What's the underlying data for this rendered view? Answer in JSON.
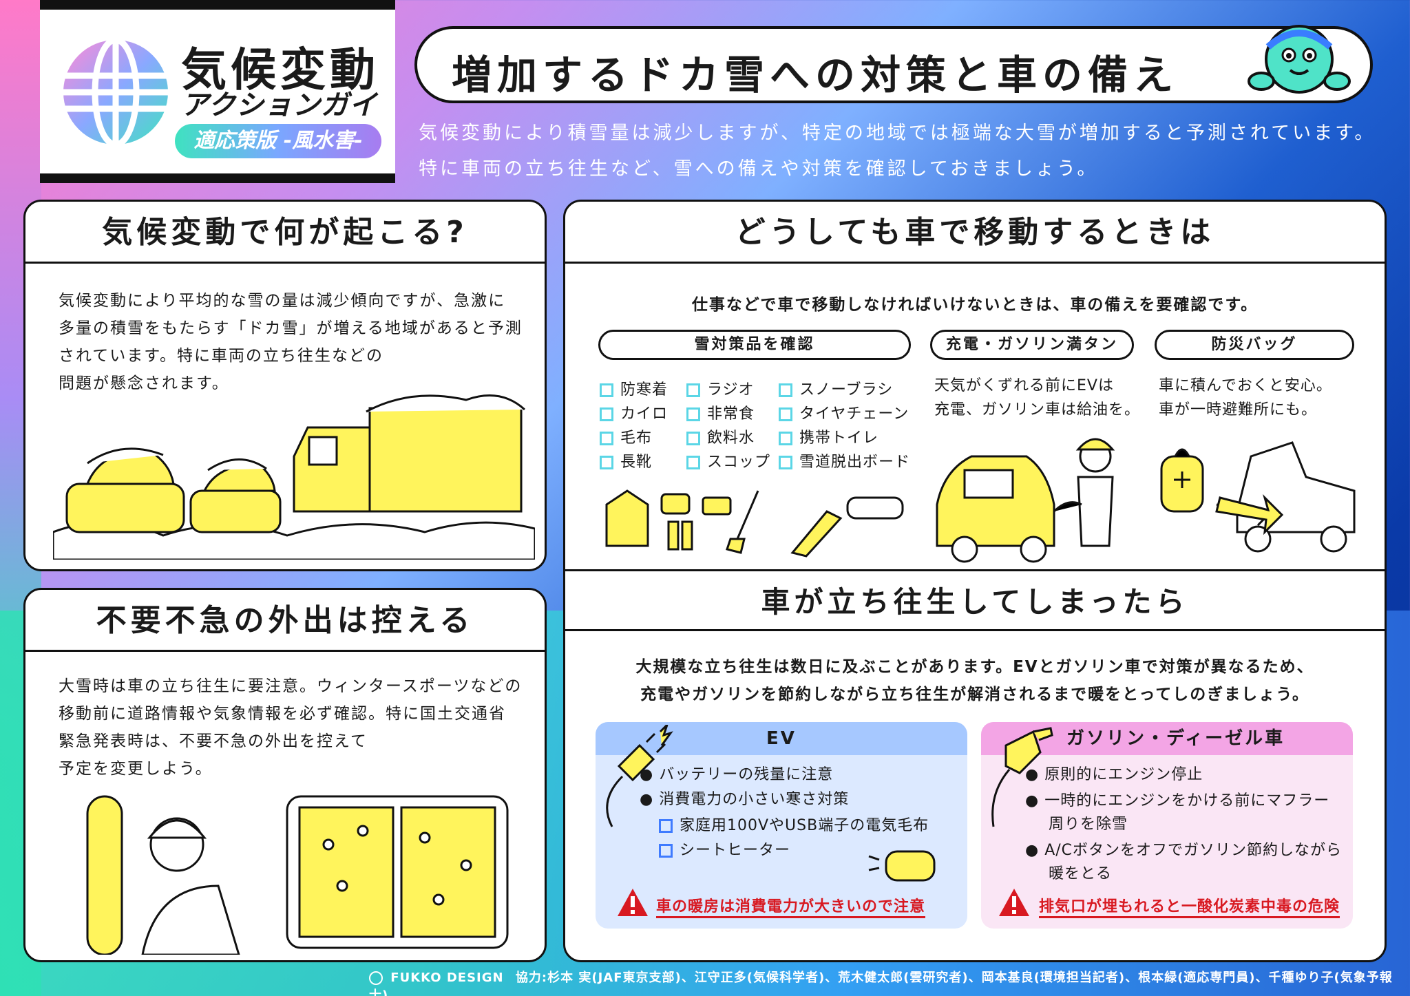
{
  "logo": {
    "line1": "気候変動",
    "line2": "アクションガイド",
    "pill": "適応策版 -風水害-"
  },
  "title": "増加するドカ雪への対策と車の備え",
  "intro": [
    "気候変動により積雪量は減少しますが、特定の地域では極端な大雪が増加すると予測されています。",
    "特に車両の立ち往生など、雪への備えや対策を確認しておきましょう。"
  ],
  "panel1": {
    "heading": "気候変動で何が起こる?",
    "text": [
      "気候変動により平均的な雪の量は減少傾向ですが、急激に",
      "多量の積雪をもたらす「ドカ雪」が増える地域があると予測",
      "されています。特に車両の立ち往生などの",
      "問題が懸念されます。"
    ]
  },
  "panel2": {
    "heading": "不要不急の外出は控える",
    "text": [
      "大雪時は車の立ち往生に要注意。ウィンタースポーツなどの",
      "移動前に道路情報や気象情報を必ず確認。特に国土交通省",
      "緊急発表時は、不要不急の外出を控えて",
      "予定を変更しよう。"
    ]
  },
  "panel3": {
    "heading": "どうしても車で移動するときは",
    "lead": "仕事などで車で移動しなければいけないときは、車の備えを要確認です。",
    "tag1": "雪対策品を確認",
    "tag2": "充電・ガソリン満タン",
    "tag3": "防災バッグ",
    "col1": [
      "防寒着",
      "カイロ",
      "毛布",
      "長靴"
    ],
    "col2": [
      "ラジオ",
      "非常食",
      "飲料水",
      "スコップ"
    ],
    "col3": [
      "スノーブラシ",
      "タイヤチェーン",
      "携帯トイレ",
      "雪道脱出ボード"
    ],
    "fuel_text": [
      "天気がくずれる前にEVは",
      "充電、ガソリン車は給油を。"
    ],
    "bag_text": [
      "車に積んでおくと安心。",
      "車が一時避難所にも。"
    ],
    "subheading": "車が立ち往生してしまったら",
    "lead2": [
      "大規模な立ち往生は数日に及ぶことがあります。EVとガソリン車で対策が異なるため、",
      "充電やガソリンを節約しながら立ち往生が解消されるまで暖をとってしのぎましょう。"
    ],
    "ev": {
      "head": "EV",
      "b1": "バッテリーの残量に注意",
      "b2": "消費電力の小さい寒さ対策",
      "c1": "家庭用100VやUSB端子の電気毛布",
      "c2": "シートヒーター",
      "warn": "車の暖房は消費電力が大きいので注意"
    },
    "gas": {
      "head": "ガソリン・ディーゼル車",
      "b1": "原則的にエンジン停止",
      "b2a": "一時的にエンジンをかける前にマフラー",
      "b2b": "周りを除雪",
      "b3a": "A/Cボタンをオフでガソリン節約しながら",
      "b3b": "暖をとる",
      "warn": "排気口が埋もれると一酸化炭素中毒の危険"
    }
  },
  "footer": {
    "brand": "FUKKO DESIGN",
    "credits": "協力:杉本 実(JAF東京支部)、江守正多(気候科学者)、荒木健太郎(雲研究者)、岡本基良(環境担当記者)、根本緑(適応専門員)、千種ゆり子(気象予報士)"
  },
  "colors": {
    "accent_yellow": "#fff45c",
    "warn_red": "#d81921",
    "check_cyan": "#5bd6e6"
  }
}
